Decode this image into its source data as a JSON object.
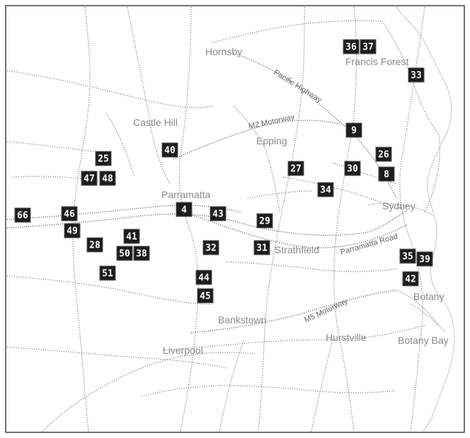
{
  "places": [
    {
      "id": "hornsby",
      "name": "Hornsby"
    },
    {
      "id": "francis-forest",
      "name": "Francis Forest"
    },
    {
      "id": "castle-hill",
      "name": "Castle Hill"
    },
    {
      "id": "epping",
      "name": "Epping"
    },
    {
      "id": "parramatta",
      "name": "Parramatta"
    },
    {
      "id": "sydney",
      "name": "Sydney"
    },
    {
      "id": "strathfield",
      "name": "Strathfield"
    },
    {
      "id": "bankstown",
      "name": "Bankstown"
    },
    {
      "id": "liverpool",
      "name": "Liverpool"
    },
    {
      "id": "hurstville",
      "name": "Hurstville"
    },
    {
      "id": "botany",
      "name": "Botany"
    },
    {
      "id": "botany-bay",
      "name": "Botany Bay"
    }
  ],
  "roads": [
    {
      "id": "pacific-highway",
      "name": "Pacific Highway"
    },
    {
      "id": "m2-motorway",
      "name": "M2 Motorway"
    },
    {
      "id": "parramatta-road",
      "name": "Parramatta Road"
    },
    {
      "id": "m5-motorway",
      "name": "M5 Motorway"
    }
  ],
  "markers": [
    "36",
    "37",
    "33",
    "9",
    "40",
    "25",
    "26",
    "27",
    "30",
    "8",
    "47",
    "48",
    "34",
    "66",
    "46",
    "4",
    "43",
    "29",
    "49",
    "41",
    "28",
    "50",
    "38",
    "32",
    "31",
    "35",
    "39",
    "51",
    "42",
    "44",
    "45"
  ],
  "colors": {
    "background": "#ffffff",
    "marker_fill": "#1c1c1c",
    "marker_text": "#ffffff",
    "label": "#8a8a8a",
    "road": "#707070"
  }
}
